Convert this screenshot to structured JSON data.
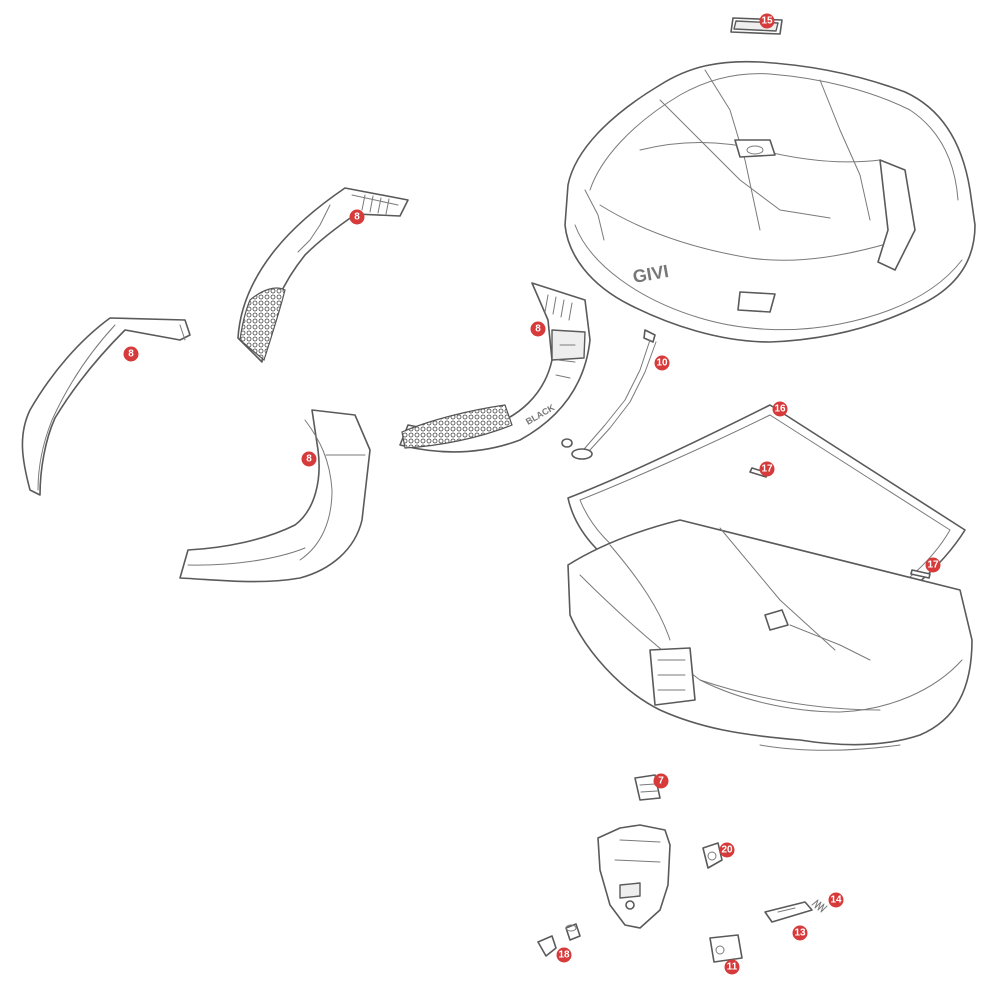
{
  "colors": {
    "callout": "#d63a3a",
    "outline": "#5a5a5a"
  },
  "logos": {
    "brand": "GIVI",
    "badge": "BLACK"
  },
  "callouts": {
    "c15": "15",
    "c8_top": "8",
    "c8_left": "8",
    "c8_mesh": "8",
    "c8_bottom": "8",
    "c10": "10",
    "c16": "16",
    "c17_a": "17",
    "c17_b": "17",
    "c7": "7",
    "c20": "20",
    "c14": "14",
    "c13": "13",
    "c18": "18",
    "c11": "11"
  }
}
